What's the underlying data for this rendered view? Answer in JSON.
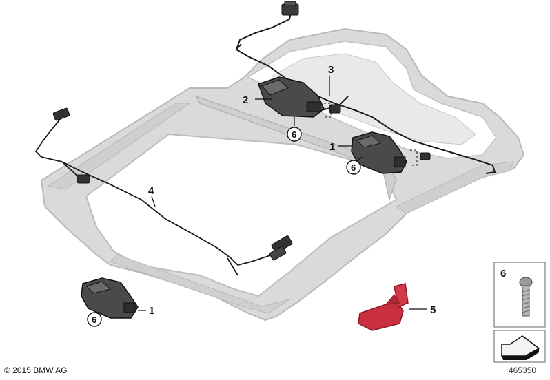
{
  "callouts": {
    "one_a": "1",
    "one_b": "1",
    "two": "2",
    "three": "3",
    "four": "4",
    "five": "5",
    "six_a": "6",
    "six_b": "6",
    "six_c": "6",
    "six_box": "6"
  },
  "footer": {
    "copyright": "© 2015 BMW AG",
    "doc_number": "465350"
  },
  "colors": {
    "frame": "#d9d9d9",
    "frame_edge": "#b8b8b8",
    "motor": "#4a4a4a",
    "connector_red": "#c8303f",
    "cable": "#1a1a1a"
  }
}
